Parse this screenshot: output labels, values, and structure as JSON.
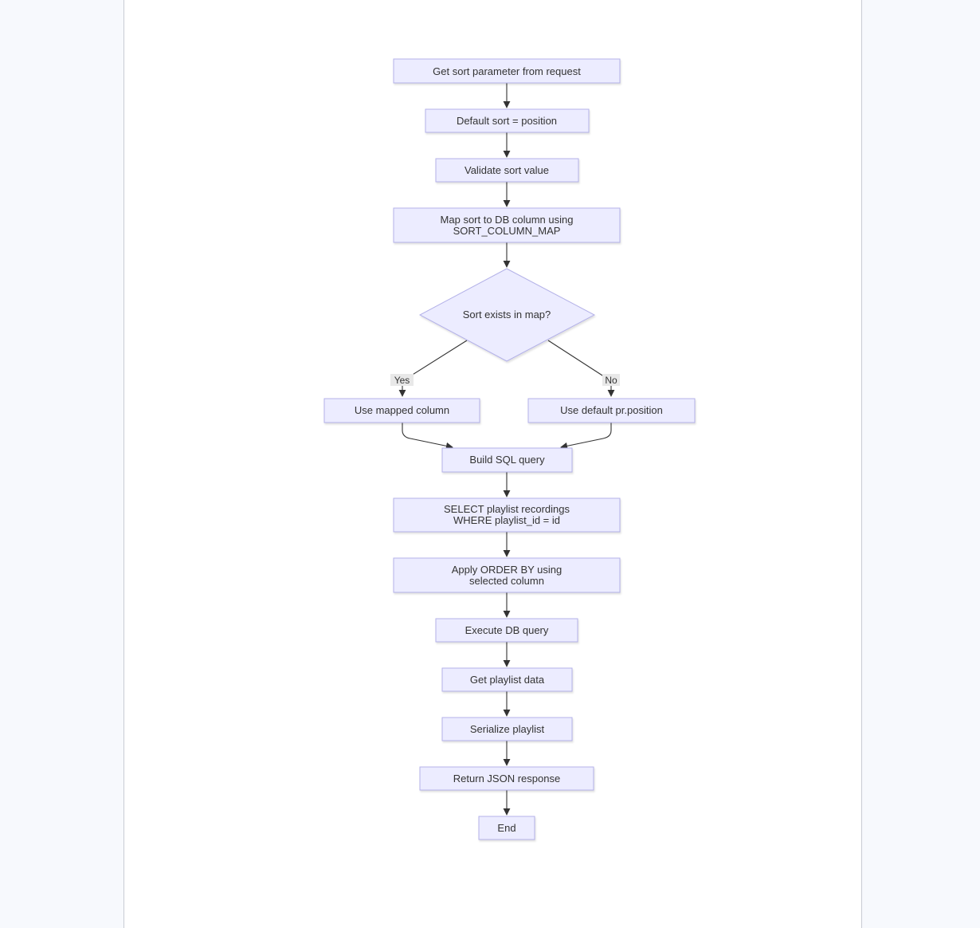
{
  "diagram": {
    "nodes": {
      "get_sort": "Get sort parameter from request",
      "default_sort": "Default sort = position",
      "validate": "Validate sort value",
      "map_line1": "Map sort to DB column using",
      "map_line2": "SORT_COLUMN_MAP",
      "decision": "Sort exists in map?",
      "use_mapped": "Use mapped column",
      "use_default": "Use default pr.position",
      "build_sql": "Build SQL query",
      "select_line1": "SELECT playlist recordings",
      "select_line2": "WHERE playlist_id = id",
      "order_line1": "Apply ORDER BY using",
      "order_line2": "selected column",
      "execute": "Execute DB query",
      "get_data": "Get playlist data",
      "serialize": "Serialize playlist",
      "return_json": "Return JSON response",
      "end": "End"
    },
    "edge_labels": {
      "yes": "Yes",
      "no": "No"
    },
    "colors": {
      "node_fill": "#ececff",
      "node_stroke": "#b4b2e8",
      "edge": "#333333"
    }
  }
}
